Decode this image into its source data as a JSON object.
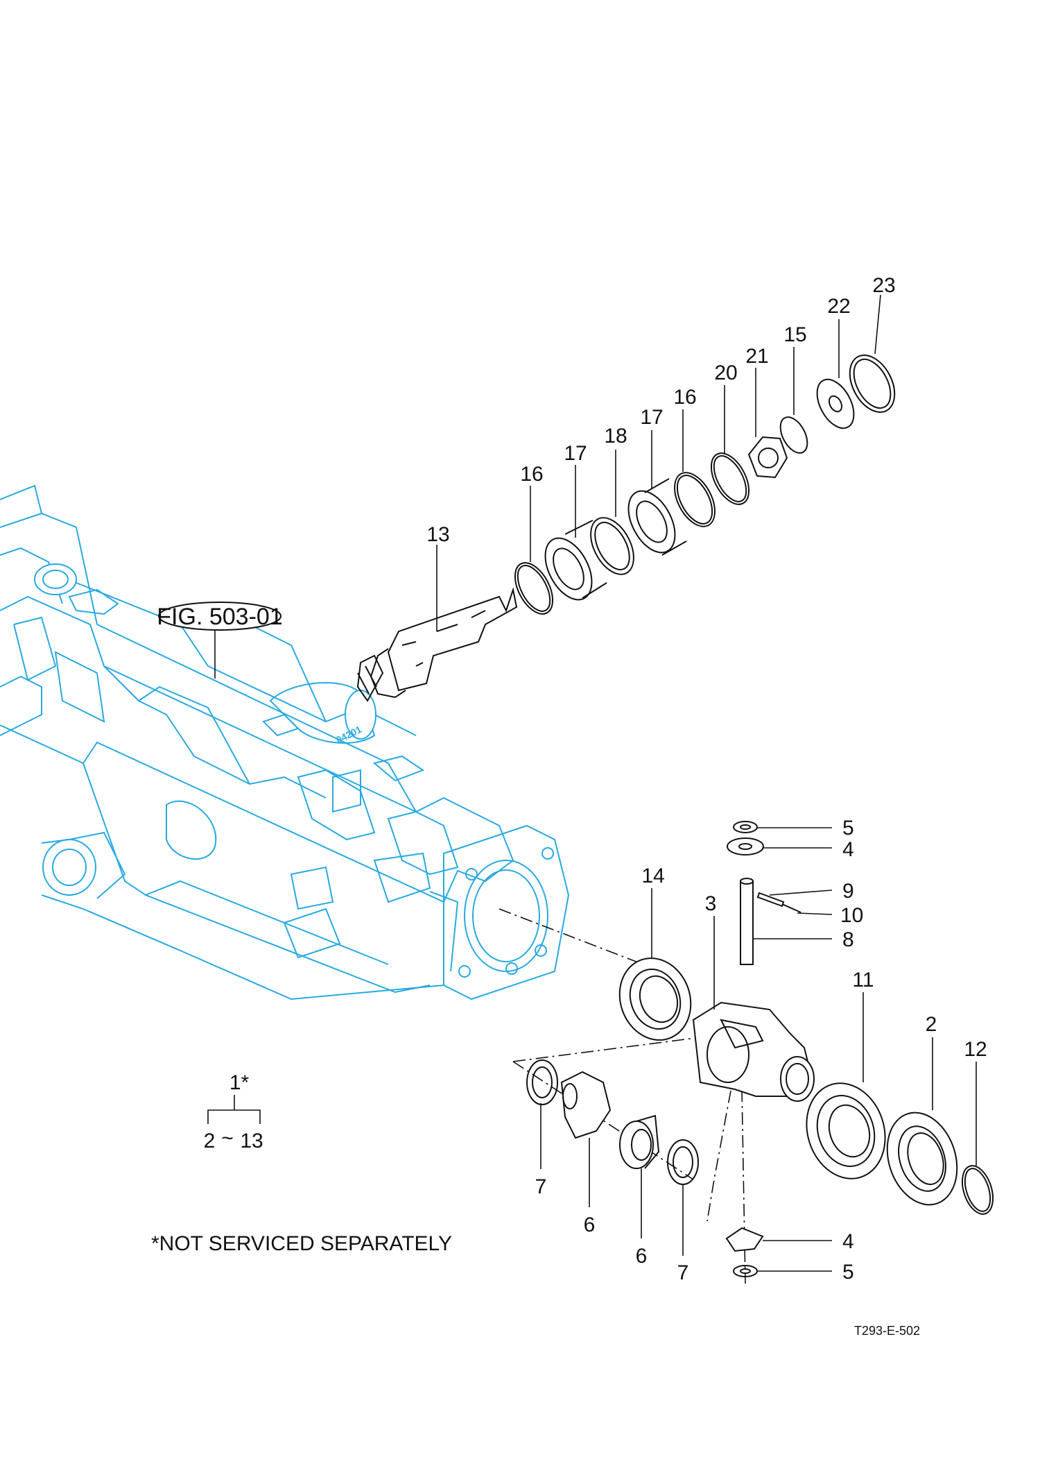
{
  "figure": {
    "reference_label": "FIG. 503-01",
    "housing_stamp": "04201",
    "drawing_code": "T293-E-502",
    "footnote": "*NOT SERVICED SEPARATELY",
    "assembly": {
      "parent": "1*",
      "range_start": "2",
      "range_sep": "~",
      "range_end": "13"
    }
  },
  "colors": {
    "housing_line": "#27a9e1",
    "part_line": "#111111"
  },
  "callouts": [
    {
      "id": "c13",
      "label": "13"
    },
    {
      "id": "c16a",
      "label": "16"
    },
    {
      "id": "c17a",
      "label": "17"
    },
    {
      "id": "c18",
      "label": "18"
    },
    {
      "id": "c17b",
      "label": "17"
    },
    {
      "id": "c16b",
      "label": "16"
    },
    {
      "id": "c20",
      "label": "20"
    },
    {
      "id": "c21",
      "label": "21"
    },
    {
      "id": "c15",
      "label": "15"
    },
    {
      "id": "c22",
      "label": "22"
    },
    {
      "id": "c23",
      "label": "23"
    },
    {
      "id": "c5a",
      "label": "5"
    },
    {
      "id": "c4a",
      "label": "4"
    },
    {
      "id": "c9",
      "label": "9"
    },
    {
      "id": "c10",
      "label": "10"
    },
    {
      "id": "c8",
      "label": "8"
    },
    {
      "id": "c14",
      "label": "14"
    },
    {
      "id": "c3",
      "label": "3"
    },
    {
      "id": "c11",
      "label": "11"
    },
    {
      "id": "c2",
      "label": "2"
    },
    {
      "id": "c12",
      "label": "12"
    },
    {
      "id": "c7a",
      "label": "7"
    },
    {
      "id": "c6a",
      "label": "6"
    },
    {
      "id": "c6b",
      "label": "6"
    },
    {
      "id": "c7b",
      "label": "7"
    },
    {
      "id": "c4b",
      "label": "4"
    },
    {
      "id": "c5b",
      "label": "5"
    }
  ]
}
